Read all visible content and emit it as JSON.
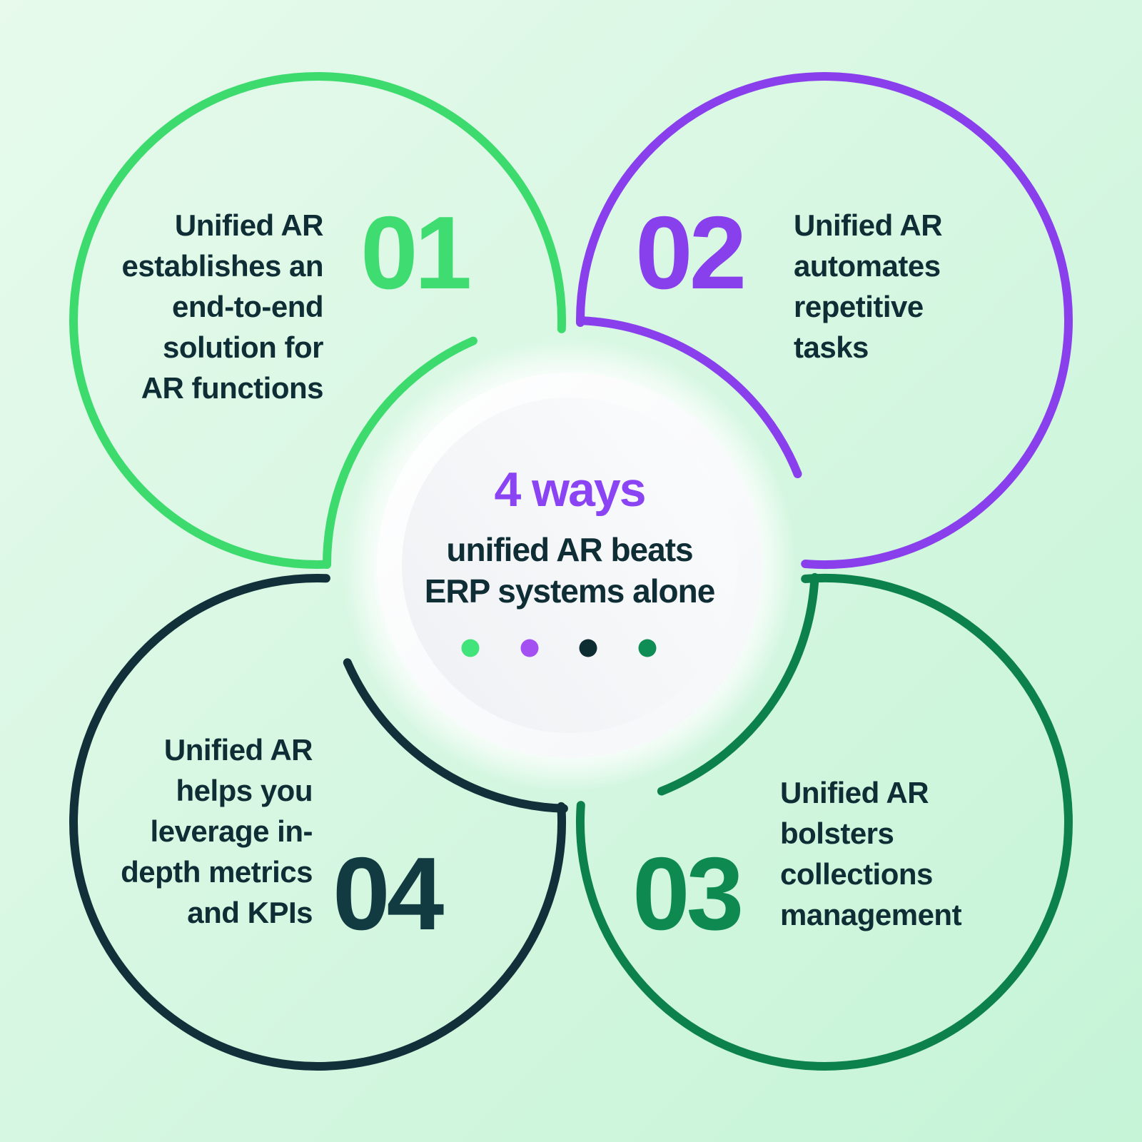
{
  "background": {
    "from": "#E7FAEC",
    "to": "#C5F4D7"
  },
  "text_color": "#0F2D35",
  "center": {
    "heading": "4 ways",
    "heading_color": "#8A44F4",
    "line1": "unified AR beats",
    "line2": "ERP systems alone"
  },
  "items": [
    {
      "number": "01",
      "color": "#3DDB6E",
      "lines": [
        "Unified AR",
        "establishes an",
        "end-to-end",
        "solution for",
        "AR functions"
      ]
    },
    {
      "number": "02",
      "color": "#8940EC",
      "lines": [
        "Unified AR",
        "automates",
        "repetitive",
        "tasks"
      ]
    },
    {
      "number": "03",
      "color": "#0D814B",
      "lines": [
        "Unified AR",
        "bolsters",
        "collections",
        "management"
      ]
    },
    {
      "number": "04",
      "color": "#113039",
      "lines": [
        "Unified AR",
        "helps you",
        "leverage in-",
        "depth metrics",
        "and KPIs"
      ]
    }
  ],
  "dots": [
    {
      "color": "#41E37B"
    },
    {
      "color": "#A44FF2"
    },
    {
      "color": "#0E2D33"
    },
    {
      "color": "#0E8D55"
    }
  ]
}
